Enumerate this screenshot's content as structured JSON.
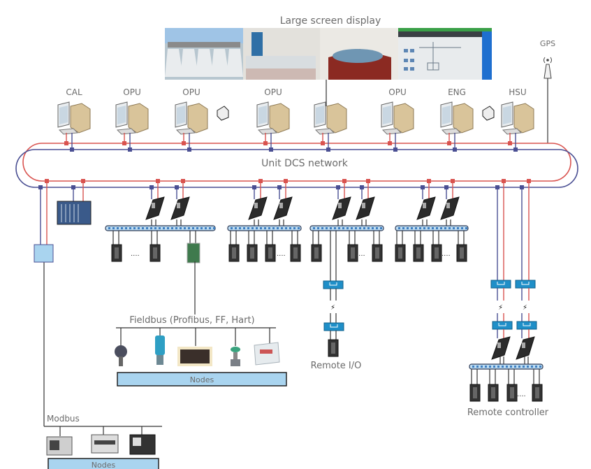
{
  "title": "Large screen display",
  "display_panels": [
    "dam-spillway-photo",
    "generator-hall-photo",
    "turbine-hall-photo",
    "scada-screen"
  ],
  "network_label": "Unit DCS network",
  "gps_label": "GPS",
  "workstations": [
    {
      "label": "CAL",
      "printer": false
    },
    {
      "label": "OPU",
      "printer": false
    },
    {
      "label": "OPU",
      "printer": true
    },
    {
      "label": "OPU",
      "printer": false
    },
    {
      "label": "",
      "printer": false
    },
    {
      "label": "OPU",
      "printer": false
    },
    {
      "label": "ENG",
      "printer": true
    },
    {
      "label": "HSU",
      "printer": false
    }
  ],
  "fieldbus": {
    "label": "Fieldbus (Profibus, FF, Hart)",
    "nodes_label": "Nodes"
  },
  "modbus": {
    "label": "Modbus",
    "nodes_label": "Nodes"
  },
  "remote_io_label": "Remote I/O",
  "remote_controller_label": "Remote controller",
  "ellipsis": "....",
  "colors": {
    "red_bus": "#d9534f",
    "blue_bus": "#4a4f93",
    "text": "#6b6b6b",
    "node_fill": "#a9d4ef",
    "converter": "#1f8fc8"
  }
}
